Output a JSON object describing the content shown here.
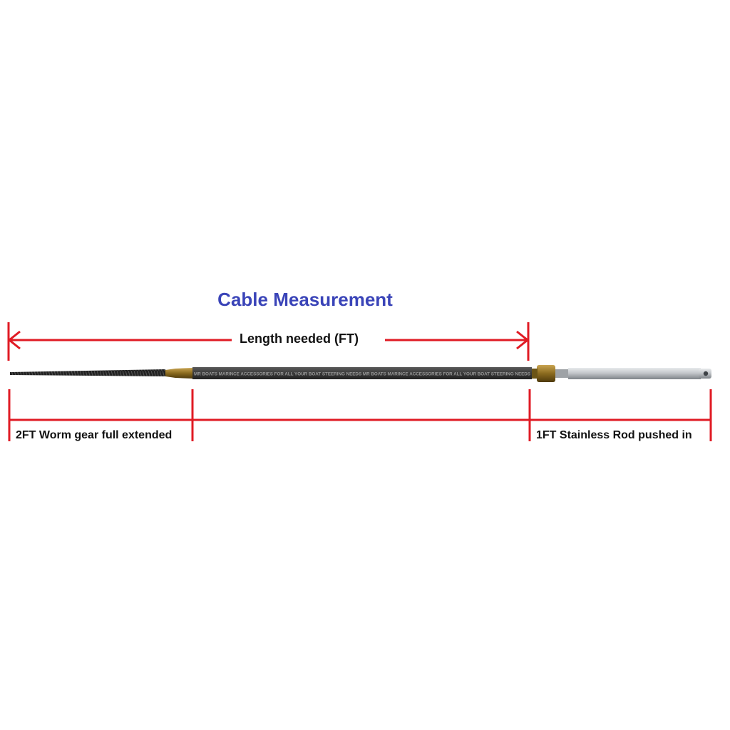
{
  "title": "Cable Measurement",
  "length_label": "Length needed (FT)",
  "left_segment_label": "2FT Worm gear full extended",
  "right_segment_label": "1FT Stainless Rod pushed in",
  "cable_print": "MR BOATS MARINCE ACCESSORIES FOR ALL YOUR BOAT STEERING NEEDS MR BOATS MARINCE ACCESSORIES FOR ALL YOUR BOAT STEERING NEEDS",
  "colors": {
    "title": "#3a44b8",
    "dimension_lines": "#e01b24",
    "cable_jacket": "#3a3a3a",
    "brass_nut": "#8a6a1e",
    "stainless_rod": "#b9bcc0"
  }
}
